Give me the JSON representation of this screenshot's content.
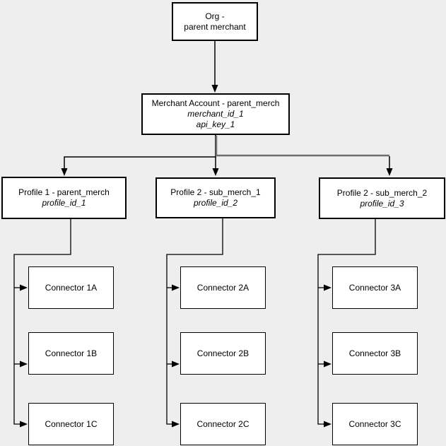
{
  "diagram": {
    "type": "org-hierarchy-flowchart",
    "colors": {
      "background": "#eeeeee",
      "node_fill": "#ffffff",
      "node_stroke": "#000000",
      "edge": "#000000",
      "edge_gray": "#6e6e6e"
    },
    "nodes": {
      "org": {
        "lines": [
          "Org -",
          "parent merchant"
        ]
      },
      "merchant_account": {
        "lines": [
          "Merchant Account - parent_merch",
          "merchant_id_1",
          "api_key_1"
        ]
      },
      "profile_1": {
        "lines": [
          "Profile 1 - parent_merch",
          "profile_id_1"
        ]
      },
      "profile_2": {
        "lines": [
          "Profile 2 - sub_merch_1",
          "profile_id_2"
        ]
      },
      "profile_3": {
        "lines": [
          "Profile 2 - sub_merch_2",
          "profile_id_3"
        ]
      },
      "connector_1a": {
        "label": "Connector 1A"
      },
      "connector_1b": {
        "label": "Connector 1B"
      },
      "connector_1c": {
        "label": "Connector 1C"
      },
      "connector_2a": {
        "label": "Connector 2A"
      },
      "connector_2b": {
        "label": "Connector 2B"
      },
      "connector_2c": {
        "label": "Connector 2C"
      },
      "connector_3a": {
        "label": "Connector 3A"
      },
      "connector_3b": {
        "label": "Connector 3B"
      },
      "connector_3c": {
        "label": "Connector 3C"
      }
    },
    "edges": [
      {
        "from": "org",
        "to": "merchant_account"
      },
      {
        "from": "merchant_account",
        "to": "profile_1"
      },
      {
        "from": "merchant_account",
        "to": "profile_2"
      },
      {
        "from": "merchant_account",
        "to": "profile_3",
        "color": "#6e6e6e"
      },
      {
        "from": "profile_1",
        "to": "connector_1a"
      },
      {
        "from": "profile_1",
        "to": "connector_1b"
      },
      {
        "from": "profile_1",
        "to": "connector_1c"
      },
      {
        "from": "profile_2",
        "to": "connector_2a"
      },
      {
        "from": "profile_2",
        "to": "connector_2b"
      },
      {
        "from": "profile_2",
        "to": "connector_2c"
      },
      {
        "from": "profile_3",
        "to": "connector_3a"
      },
      {
        "from": "profile_3",
        "to": "connector_3b"
      },
      {
        "from": "profile_3",
        "to": "connector_3c"
      }
    ]
  }
}
